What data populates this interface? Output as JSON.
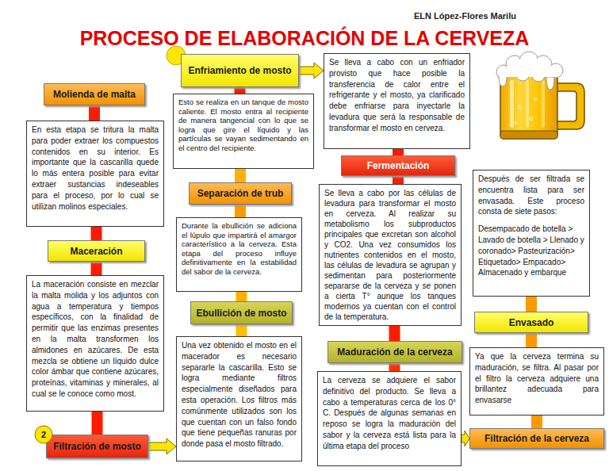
{
  "diagram": {
    "title": "PROCESO DE ELABORACIÓN DE LA CERVEZA",
    "nodes": [
      {
        "text": [
          "Molienda de malta"
        ]
      },
      {
        "text": [
          "En esta etapa se tritura la malta para poder extraer los compuestos contenidos en su interior. Es importante que la cascarilla quede lo más entera posible para evitar extraer sustancias indeseables para el proceso, por lo cual se utilizan molinos especiales."
        ]
      },
      {
        "text": [
          "Maceración"
        ]
      },
      {
        "text": [
          "La maceración consiste en mezclar la malta molida y los adjuntos con agua a temperatura y tiempos específicos, con la finalidad de permitir que las enzimas presentes en la malta transformen los almidones en azúcares. De esta mezcla se obtiene un líquido dulce color ámbar que contiene azúcares, proteínas, vitaminas y minerales, al cual se le conoce como most."
        ]
      },
      {
        "text": [
          "Filtración de mosto"
        ]
      },
      {
        "text": [
          "Una vez obtenido el mosto en el macerador es necesario separarle la cascarilla. Esto se logra mediante filtros especialmente diseñados para esta operación. Los filtros más comúnmente utilizados son los que cuentan con un falso fondo que tiene pequeñas ranuras por donde pasa el mosto filtrado."
        ]
      },
      {
        "text": [
          "Ebullición de mosto"
        ]
      },
      {
        "text": [
          "Durante la ebullición se adiciona el lúpulo que impartirá el amargor característico a la cerveza. Esta etapa del proceso influye definitivamente en la estabilidad del sabor de la cerveza."
        ]
      },
      {
        "text": [
          "Separación de trub"
        ]
      },
      {
        "text": [
          "Esto se realiza en un tanque de mosto caliente. El mosto entra al recipiente de manera tangencial con lo que se logra que gire el líquido y las partículas se vayan sedimentando en el centro del recipiente."
        ]
      },
      {
        "text": [
          "Enfriamiento de mosto"
        ]
      },
      {
        "text": [
          "Se lleva a cabo con un enfriador provisto que hace posible la transferencia de calor entre el refrigerante y el mosto, ya clarificado debe enfriarse para inyectarle la levadura que será la responsable de transformar el mosto en cerveza."
        ]
      },
      {
        "text": [
          "Fermentación"
        ]
      },
      {
        "text": [
          "Se lleva a cabo por las células de levadura para transformar el mosto en cerveza. Al realizar su metabolismo los subproductos principales que excretan son alcohol y CO2. Una vez consumidos los nutrientes contenidos en el mosto, las células de levadura se agrupan y sedimentan para posteriormente separarse de la cerveza y se ponen a cierta T° aunque los tanques modernos ya cuentan con el control de la temperatura."
        ]
      },
      {
        "text": [
          "Maduración de la cerveza"
        ]
      },
      {
        "text": [
          "La cerveza se adquiere el sabor definitivo del producto. Se lleva a cabo a temperaturas cerca de los 0° C. Después de algunas semanas en reposo se logra la maduración del sabor y la cerveza está lista para la última etapa del proceso"
        ]
      },
      {
        "text": [
          "Filtración de la cerveza"
        ]
      },
      {
        "text": [
          "Ya que la cerveza termina su maduración, se filtra. Al pasar por el filtro la cerveza adquiere una brillantez adecuada para envasarse"
        ]
      },
      {
        "text": [
          "Envasado"
        ]
      },
      {
        "text": [
          "Después de ser filtrada se encuentra lista para ser envasada. Este proceso consta de siete pasos:",
          "Desempacado de botella > Lavado de botella > Llenado y coronado> Pasteurización> Etiquetado> Empacado> Almacenado y embarque"
        ]
      },
      {
        "text": [
          "2"
        ]
      }
    ],
    "edges": [
      {
        "from": 0,
        "to": 1,
        "arrow": "none"
      },
      {
        "from": 1,
        "to": 2,
        "arrow": "none"
      },
      {
        "from": 2,
        "to": 3,
        "arrow": "none"
      },
      {
        "from": 3,
        "to": 4,
        "arrow": "none"
      },
      {
        "from": 4,
        "to": 5,
        "arrow": "to"
      },
      {
        "from": 5,
        "to": 6,
        "arrow": "none"
      },
      {
        "from": 6,
        "to": 7,
        "arrow": "none"
      },
      {
        "from": 7,
        "to": 8,
        "arrow": "none"
      },
      {
        "from": 8,
        "to": 9,
        "arrow": "none"
      },
      {
        "from": 9,
        "to": 10,
        "arrow": "none"
      },
      {
        "from": 10,
        "to": 11,
        "arrow": "to"
      },
      {
        "from": 11,
        "to": 12,
        "arrow": "none"
      },
      {
        "from": 12,
        "to": 13,
        "arrow": "none"
      },
      {
        "from": 13,
        "to": 14,
        "arrow": "none"
      },
      {
        "from": 14,
        "to": 15,
        "arrow": "none"
      },
      {
        "from": 15,
        "to": 16,
        "arrow": "to"
      },
      {
        "from": 16,
        "to": 17,
        "arrow": "none"
      },
      {
        "from": 17,
        "to": 18,
        "arrow": "none"
      },
      {
        "from": 18,
        "to": 19,
        "arrow": "none"
      }
    ],
    "labels": [
      "ELN López-Flores Marilu"
    ]
  }
}
